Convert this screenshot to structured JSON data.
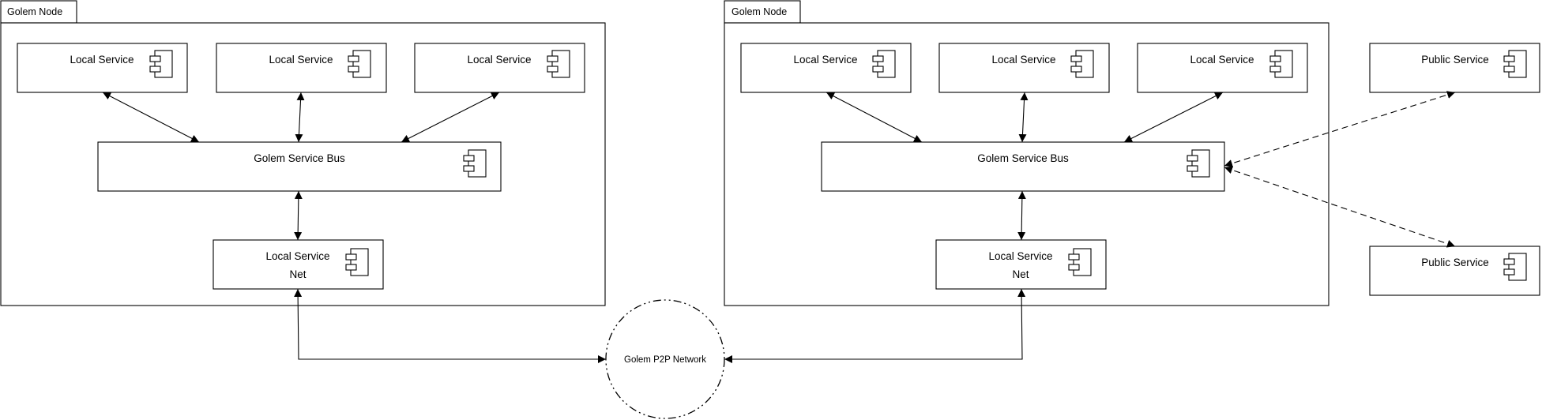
{
  "nodes": [
    {
      "title": "Golem Node",
      "local_services": [
        "Local Service",
        "Local Service",
        "Local Service"
      ],
      "service_bus": "Golem Service Bus",
      "net": {
        "line1": "Local Service",
        "line2": "Net"
      }
    },
    {
      "title": "Golem Node",
      "local_services": [
        "Local Service",
        "Local Service",
        "Local Service"
      ],
      "service_bus": "Golem Service Bus",
      "net": {
        "line1": "Local Service",
        "line2": "Net"
      }
    }
  ],
  "public_services": [
    "Public Service",
    "Public Service"
  ],
  "network": {
    "label": "Golem P2P Network"
  },
  "icons": {
    "component": "uml-component-icon"
  }
}
